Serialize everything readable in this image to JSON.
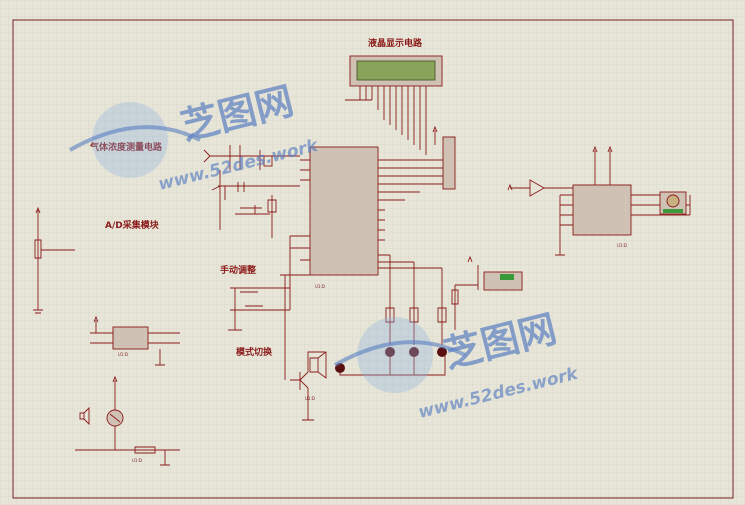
{
  "labels": {
    "lcd_circuit": "液晶显示电路",
    "gas_sensor": "气体浓度测量电路",
    "adc_module": "A/D采集模块",
    "manual_adjust": "手动调整",
    "mode_switch": "模式切换"
  },
  "watermark": {
    "brand": "芝图网",
    "url": "www.52des.work"
  },
  "part_label": "U1:D",
  "colors": {
    "background": "#e6e5d7",
    "wire": "#8b1a1a",
    "chip_fill": "#cfc2b4",
    "lcd_screen": "#8aa35a",
    "watermark": "#5a7fc3"
  }
}
